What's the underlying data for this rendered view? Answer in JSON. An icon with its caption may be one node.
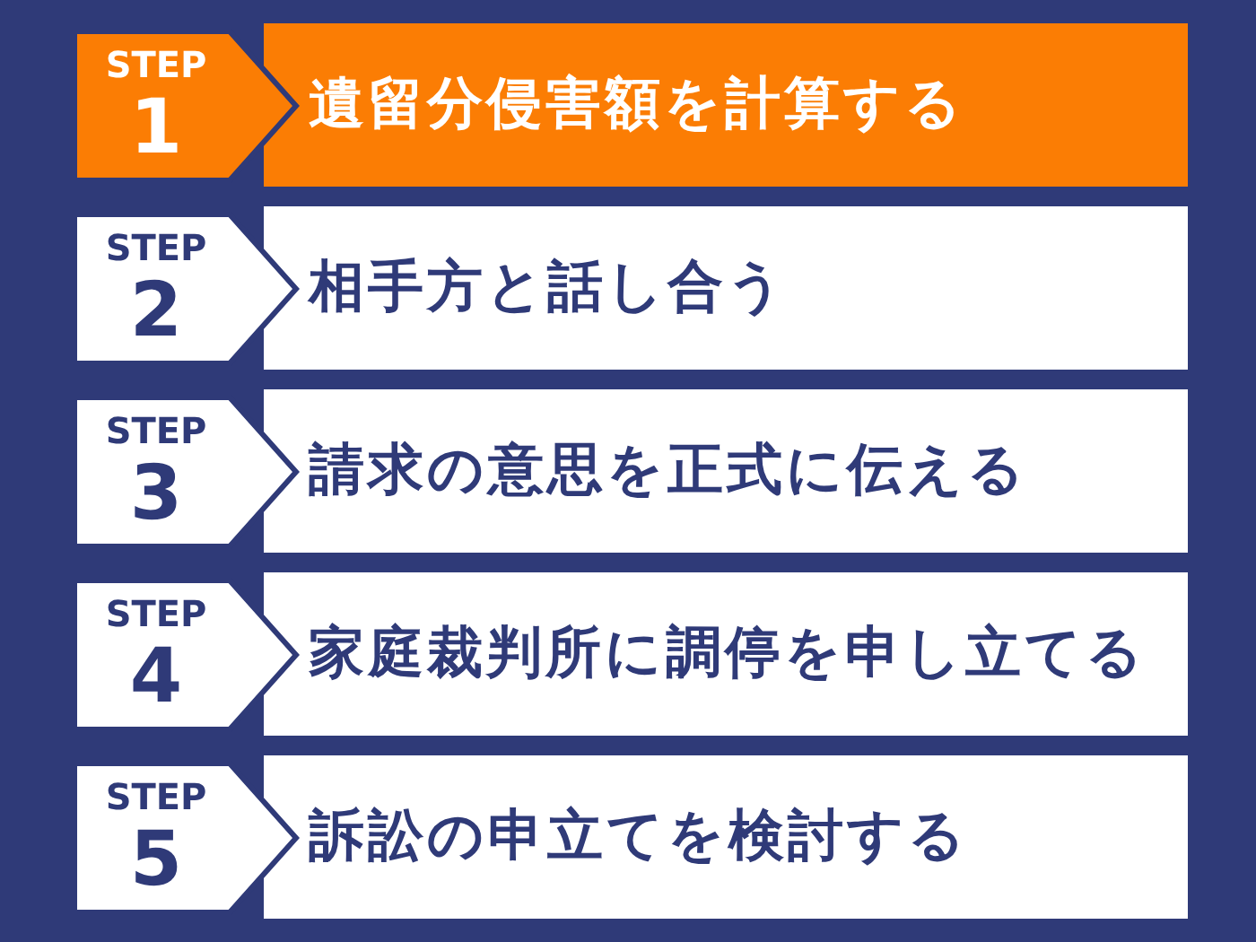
{
  "diagram": {
    "nodes": [
      {
        "text": [
          "STEP",
          "1"
        ]
      },
      {
        "text": [
          "遺留分侵害額を計算する"
        ]
      },
      {
        "text": [
          "STEP",
          "2"
        ]
      },
      {
        "text": [
          "相手方と話し合う"
        ]
      },
      {
        "text": [
          "STEP",
          "3"
        ]
      },
      {
        "text": [
          "請求の意思を正式に伝える"
        ]
      },
      {
        "text": [
          "STEP",
          "4"
        ]
      },
      {
        "text": [
          "家庭裁判所に調停を申し立てる"
        ]
      },
      {
        "text": [
          "STEP",
          "5"
        ]
      },
      {
        "text": [
          "訴訟の申立てを検討する"
        ]
      }
    ]
  }
}
